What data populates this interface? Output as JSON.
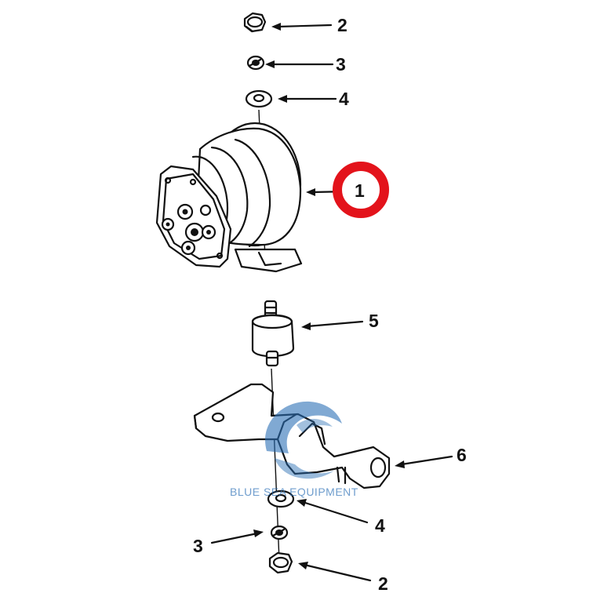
{
  "callouts": {
    "top_nut": "2",
    "top_lockwasher": "3",
    "top_washer": "4",
    "solenoid": "1",
    "mount": "5",
    "bracket": "6",
    "bottom_washer": "4",
    "bottom_lockwasher": "3",
    "bottom_nut": "2"
  },
  "watermark": {
    "text": "BLUE SEA EQUIPMENT"
  },
  "colors": {
    "ink": "#111111",
    "highlight_circle": "#e3131b",
    "watermark": "#2b6fb5"
  }
}
